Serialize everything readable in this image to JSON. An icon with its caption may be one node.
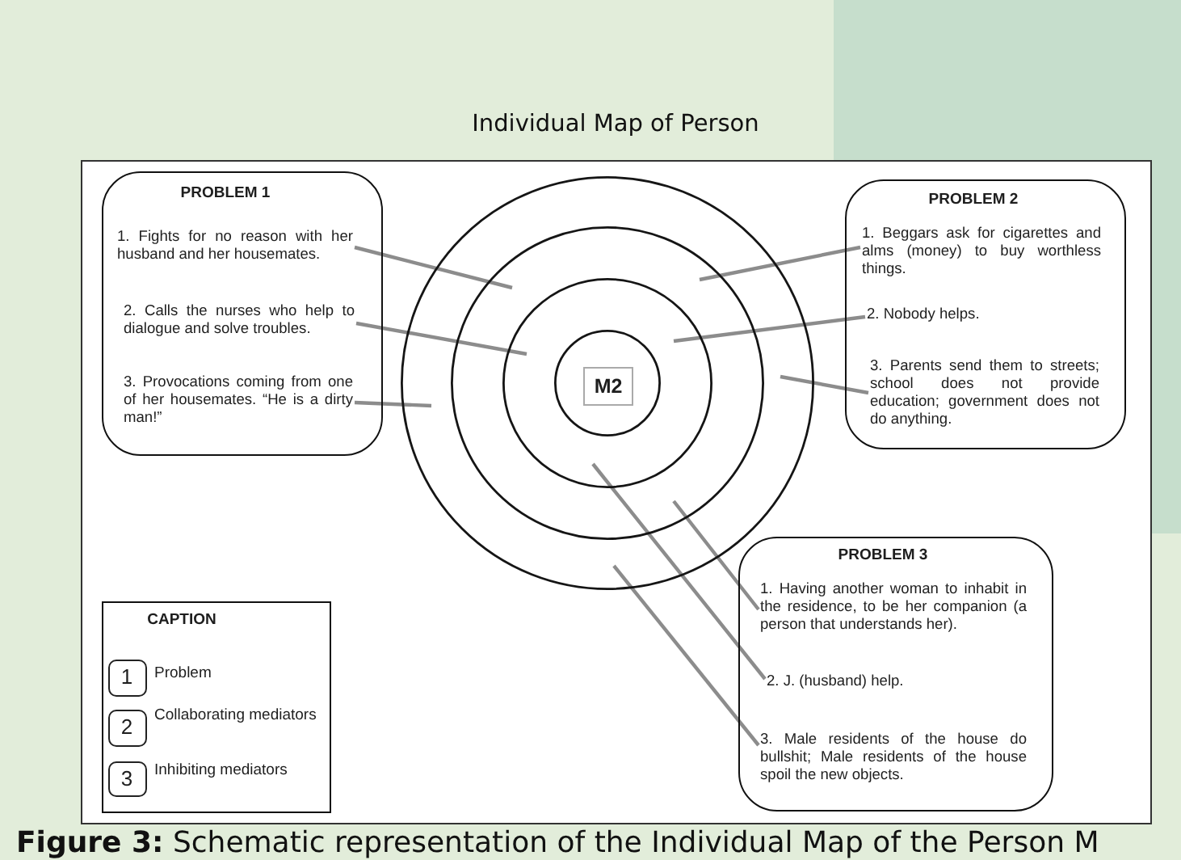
{
  "diagram": {
    "title": "Individual Map of Person",
    "caption": "**Figure 3:** Schematic representation of the Individual Map of the Person M",
    "nodes": [
      {
        "text": [
          "PROBLEM 1"
        ]
      },
      {
        "text": [
          "1. Fights for no reason with her husband and her housemates."
        ],
        "in": 0
      },
      {
        "text": [
          "2. Calls the nurses who help to dialogue and solve troubles."
        ],
        "in": 0
      },
      {
        "text": [
          "3. Provocations coming from one of her housemates. “He is a dirty man!”"
        ],
        "in": 0
      },
      {
        "text": [],
        "shape": "circle"
      },
      {
        "text": [],
        "shape": "circle",
        "in": 4
      },
      {
        "text": [],
        "shape": "circle",
        "in": 5
      },
      {
        "text": [],
        "shape": "circle",
        "in": 6
      },
      {
        "text": [
          "M2"
        ],
        "in": 7
      },
      {
        "text": [
          "PROBLEM 2"
        ]
      },
      {
        "text": [
          "1. Beggars ask for cigarettes and alms (money) to buy worthless things."
        ],
        "in": 9
      },
      {
        "text": [
          "2. Nobody helps."
        ],
        "in": 9
      },
      {
        "text": [
          "3. Parents send them to streets; school does not provide education; government does not do anything."
        ],
        "in": 9
      },
      {
        "text": [
          "PROBLEM 3"
        ]
      },
      {
        "text": [
          "1. Having another woman to inhabit in the residence, to be her companion (a person that understands her)."
        ],
        "in": 13
      },
      {
        "text": [
          "2. J. (husband) help."
        ],
        "in": 13
      },
      {
        "text": [
          "3. Male residents of the house do bullshit; Male residents of the house spoil the new objects."
        ],
        "in": 13
      },
      {
        "text": [
          "CAPTION"
        ]
      },
      {
        "text": [
          "1"
        ],
        "in": 17,
        "beside": [
          "Problem"
        ]
      },
      {
        "text": [
          "2"
        ],
        "in": 17,
        "beside": [
          "Collaborating mediators"
        ]
      },
      {
        "text": [
          "3"
        ],
        "in": 17,
        "beside": [
          "Inhibiting mediators"
        ]
      }
    ],
    "edges": [
      {
        "from": 1,
        "to": 5,
        "arrow": "none"
      },
      {
        "from": 2,
        "to": 6,
        "arrow": "none"
      },
      {
        "from": 3,
        "to": 4,
        "arrow": "none"
      },
      {
        "from": 10,
        "to": 5,
        "arrow": "none"
      },
      {
        "from": 11,
        "to": 6,
        "arrow": "none"
      },
      {
        "from": 12,
        "to": 4,
        "arrow": "none"
      },
      {
        "from": 14,
        "to": 5,
        "arrow": "none"
      },
      {
        "from": 15,
        "to": 6,
        "arrow": "none"
      },
      {
        "from": 16,
        "to": 4,
        "arrow": "none"
      }
    ]
  }
}
